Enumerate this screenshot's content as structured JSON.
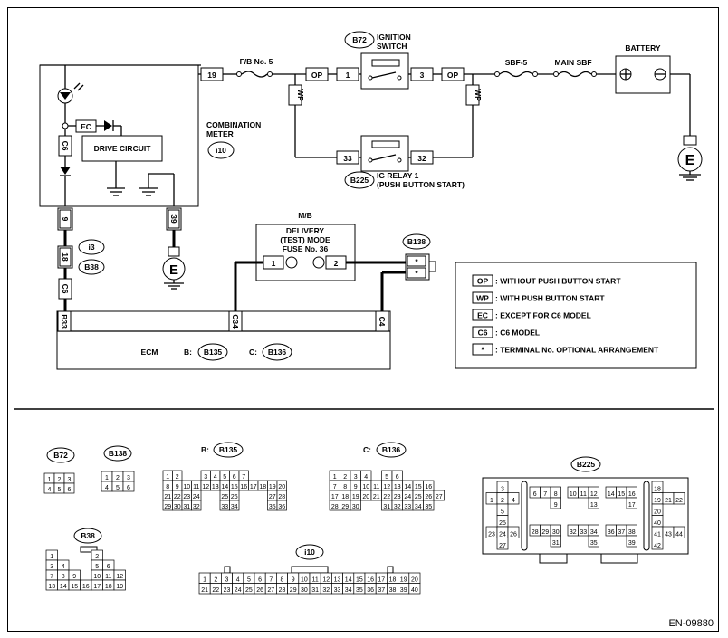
{
  "upper": {
    "fb_label": "F/B No. 5",
    "fb_pin": "19",
    "op": "OP",
    "wp": "WP",
    "ec": "EC",
    "c6": "C6",
    "ign_code": "B72",
    "ign_title_1": "IGNITION",
    "ign_title_2": "SWITCH",
    "ign_pin_left": "1",
    "ign_pin_right": "3",
    "sbf5": "SBF-5",
    "main_sbf": "MAIN SBF",
    "battery": "BATTERY",
    "relay_pin_left": "33",
    "relay_pin_right": "32",
    "relay_code": "B225",
    "relay_title_1": "IG RELAY 1",
    "relay_title_2": "(PUSH BUTTON START)",
    "drive_circuit": "DRIVE CIRCUIT",
    "meter_title_1": "COMBINATION",
    "meter_title_2": "METER",
    "meter_code": "i10",
    "pin_9": "9",
    "pin_39": "39",
    "pin_18": "18",
    "i3": "i3",
    "b38": "B38",
    "mb": "M/B",
    "delivery_1": "DELIVERY",
    "delivery_2": "(TEST) MODE",
    "delivery_3": "FUSE No. 36",
    "fuse_pin1": "1",
    "fuse_pin2": "2",
    "b138": "B138",
    "star": "*",
    "ecm_b33": "B33",
    "ecm_c34": "C34",
    "ecm_c4": "C4",
    "ecm": "ECM",
    "ecm_b": "B:",
    "ecm_b_code": "B135",
    "ecm_c": "C:",
    "ecm_c_code": "B136",
    "ground": "E"
  },
  "legend": [
    {
      "code": "OP",
      "text": ": WITHOUT PUSH BUTTON START"
    },
    {
      "code": "WP",
      "text": ": WITH PUSH BUTTON START"
    },
    {
      "code": "EC",
      "text": ": EXCEPT FOR C6 MODEL"
    },
    {
      "code": "C6",
      "text": ": C6 MODEL"
    },
    {
      "code": "*",
      "text": ": TERMINAL No. OPTIONAL ARRANGEMENT"
    }
  ],
  "connectors": {
    "b72": {
      "name": "B72",
      "rows": [
        [
          "1",
          "2",
          "3"
        ],
        [
          "4",
          "5",
          "6"
        ]
      ]
    },
    "b138": {
      "name": "B138",
      "rows": [
        [
          "1",
          "2",
          "3"
        ],
        [
          "4",
          "5",
          "6"
        ]
      ]
    },
    "b135": {
      "name": "B135",
      "prefix": "B:",
      "rows": [
        [
          "1",
          "2",
          "",
          "",
          "3",
          "4",
          "5",
          "6",
          "7"
        ],
        [
          "8",
          "9",
          "10",
          "11",
          "12",
          "13",
          "14",
          "15",
          "16",
          "17",
          "18",
          "19",
          "20"
        ],
        [
          "21",
          "22",
          "23",
          "24",
          "",
          "",
          "25",
          "26",
          "",
          "",
          "",
          "27",
          "28"
        ],
        [
          "29",
          "30",
          "31",
          "32",
          "",
          "",
          "33",
          "34",
          "",
          "",
          "",
          "35",
          "36"
        ]
      ]
    },
    "b136": {
      "name": "B136",
      "prefix": "C:",
      "rows": [
        [
          "1",
          "2",
          "3",
          "4",
          "",
          "5",
          "6"
        ],
        [
          "7",
          "8",
          "9",
          "10",
          "11",
          "12",
          "13",
          "14",
          "15",
          "16"
        ],
        [
          "17",
          "18",
          "19",
          "20",
          "21",
          "22",
          "23",
          "24",
          "25",
          "26",
          "27"
        ],
        [
          "28",
          "29",
          "30",
          "",
          "",
          "31",
          "32",
          "33",
          "34",
          "35"
        ]
      ]
    },
    "b225": {
      "name": "B225",
      "c1": [
        [
          "",
          "3",
          ""
        ],
        [
          "1",
          "2",
          "4"
        ],
        [
          "",
          "5",
          ""
        ],
        [
          "",
          "25",
          ""
        ],
        [
          "23",
          "24",
          "26"
        ],
        [
          "",
          "27",
          ""
        ]
      ],
      "c2": [
        [
          "6",
          "7",
          "8"
        ],
        [
          "",
          "",
          "9"
        ],
        [
          "28",
          "29",
          "30"
        ],
        [
          "",
          "",
          "31"
        ]
      ],
      "c3": [
        [
          "10",
          "11",
          "12"
        ],
        [
          "",
          "",
          "13"
        ],
        [
          "32",
          "33",
          "34"
        ],
        [
          "",
          "",
          "35"
        ]
      ],
      "c4": [
        [
          "14",
          "15",
          "16"
        ],
        [
          "",
          "",
          "17"
        ],
        [
          "36",
          "37",
          "38"
        ],
        [
          "",
          "",
          "39"
        ]
      ],
      "c5": [
        [
          "18",
          ""
        ],
        [
          "19",
          "21",
          "22"
        ],
        [
          "20",
          ""
        ],
        [
          "40",
          ""
        ],
        [
          "41",
          "43",
          "44"
        ],
        [
          "42",
          ""
        ]
      ]
    },
    "b38": {
      "name": "B38",
      "rows": [
        [
          "1",
          "",
          "",
          "",
          "2"
        ],
        [
          "3",
          "4",
          "",
          "",
          "5",
          "6"
        ],
        [
          "7",
          "8",
          "9",
          "",
          "10",
          "11",
          "12"
        ],
        [
          "13",
          "14",
          "15",
          "16",
          "17",
          "18",
          "19"
        ]
      ]
    },
    "i10": {
      "name": "i10",
      "rows": [
        [
          "1",
          "2",
          "3",
          "4",
          "5",
          "6",
          "7",
          "8",
          "9",
          "10",
          "11",
          "12",
          "13",
          "14",
          "15",
          "16",
          "17",
          "18",
          "19",
          "20"
        ],
        [
          "21",
          "22",
          "23",
          "24",
          "25",
          "26",
          "27",
          "28",
          "29",
          "30",
          "31",
          "32",
          "33",
          "34",
          "35",
          "36",
          "37",
          "38",
          "39",
          "40"
        ]
      ]
    }
  },
  "footer": {
    "code": "EN-09880"
  }
}
